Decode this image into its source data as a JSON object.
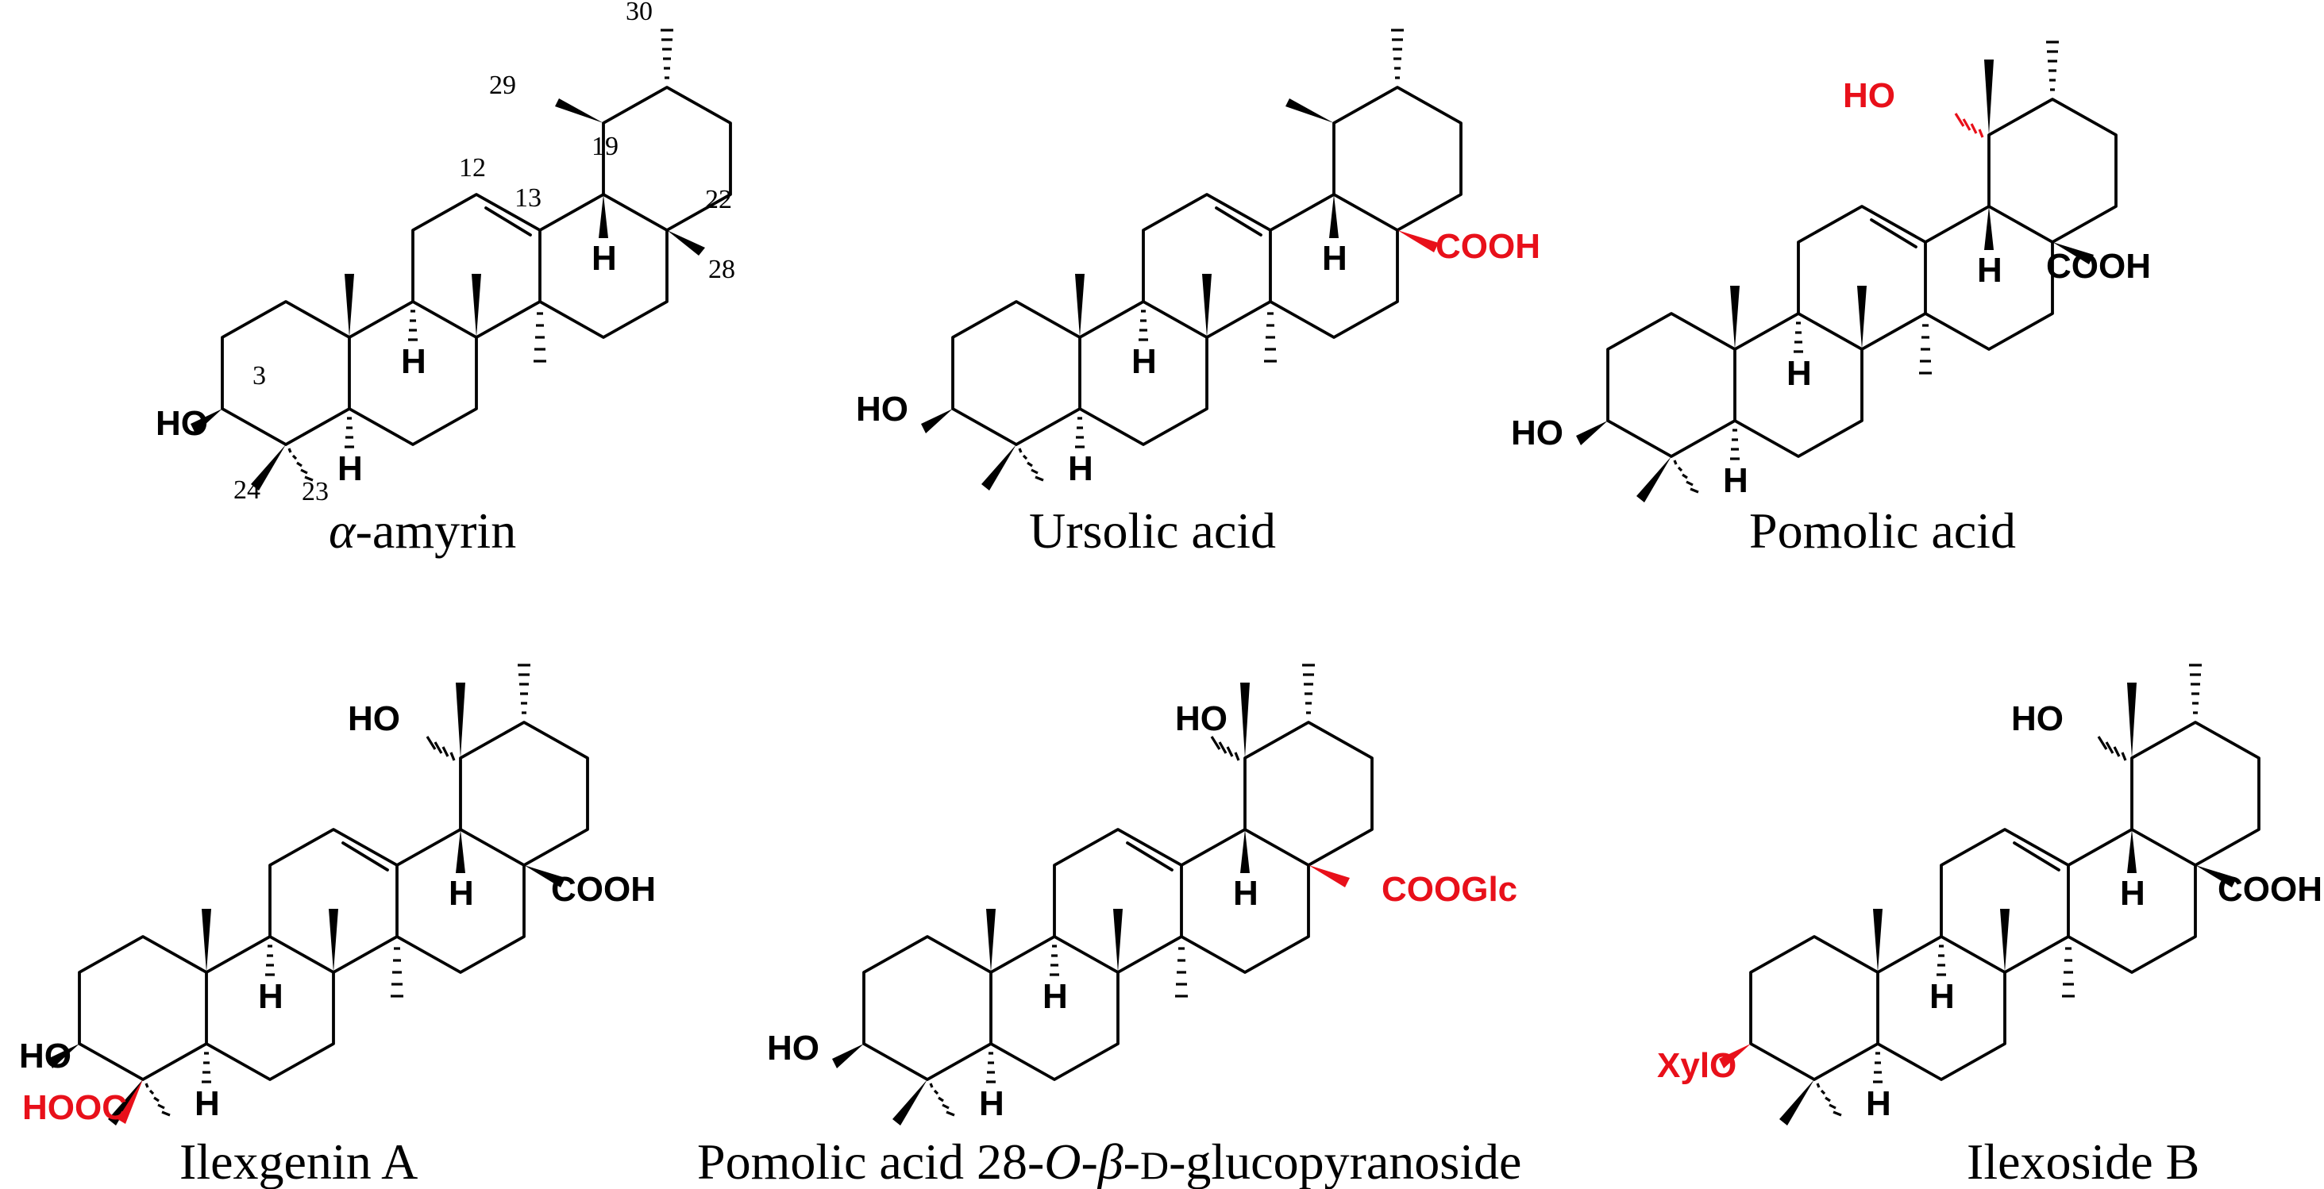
{
  "colors": {
    "bond": "#000000",
    "highlight": "#e8101a"
  },
  "labels": {
    "H": "H",
    "HO": "HO",
    "COOH": "COOH",
    "HOOC": "HOOC",
    "COOGlc": "COOGlc",
    "XylO": "XylO"
  },
  "numbering": {
    "n3": "3",
    "n12": "12",
    "n13": "13",
    "n19": "19",
    "n22": "22",
    "n23": "23",
    "n24": "24",
    "n28": "28",
    "n29": "29",
    "n30": "30"
  },
  "compounds": [
    {
      "id": "alpha-amyrin",
      "caption_greek": "α",
      "caption_rest": "-amyrin",
      "c3": "HO",
      "c28": "none",
      "c19_oh": false,
      "c23_acid": false
    },
    {
      "id": "ursolic-acid",
      "caption": "Ursolic acid",
      "c3": "HO",
      "c28": "COOH",
      "c28_highlight": true,
      "c19_oh": false,
      "c23_acid": false
    },
    {
      "id": "pomolic-acid",
      "caption": "Pomolic acid",
      "c3": "HO",
      "c28": "COOH",
      "c28_highlight": false,
      "c19_oh": true,
      "c19_oh_highlight": true,
      "c23_acid": false
    },
    {
      "id": "ilexgenin-a",
      "caption": "Ilexgenin A",
      "c3": "HO",
      "c28": "COOH",
      "c28_highlight": false,
      "c19_oh": true,
      "c19_oh_highlight": false,
      "c23_acid": true
    },
    {
      "id": "pomolic-acid-28-glucoside",
      "caption_parts": [
        "Pomolic acid 28-",
        "O",
        "-",
        "β",
        "-",
        "D",
        "-glucopyranoside"
      ],
      "c3": "HO",
      "c28": "COOGlc",
      "c28_highlight": true,
      "c19_oh": true,
      "c19_oh_highlight": false,
      "c23_acid": false
    },
    {
      "id": "ilexoside-b",
      "caption": "Ilexoside B",
      "c3": "XylO",
      "c3_highlight": true,
      "c28": "COOH",
      "c28_highlight": false,
      "c19_oh": true,
      "c19_oh_highlight": false,
      "c23_acid": false
    }
  ]
}
